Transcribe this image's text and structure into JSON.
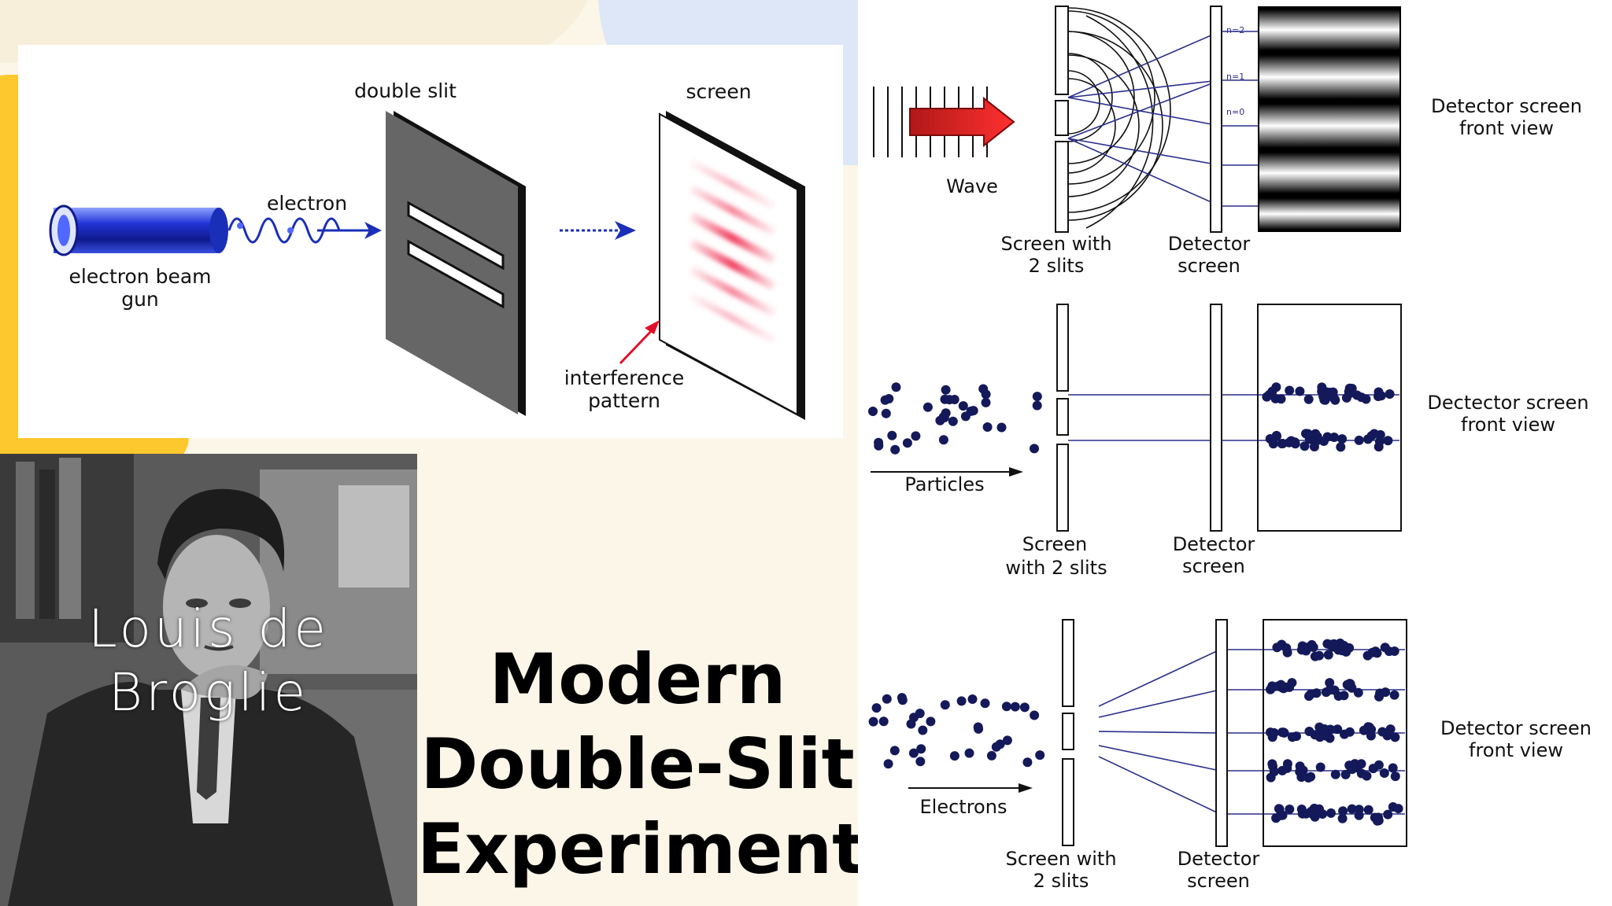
{
  "left_diagram": {
    "double_slit_label": "double slit",
    "screen_label": "screen",
    "electron_label": "electron",
    "gun_label_line1": "electron beam",
    "gun_label_line2": "gun",
    "pattern_label_line1": "interference",
    "pattern_label_line2": "pattern"
  },
  "photo": {
    "caption_line1": "Louis de",
    "caption_line2": "Broglie"
  },
  "title": {
    "line1": "Modern",
    "line2": "Double-Slit",
    "line3": "Experiment"
  },
  "wave_diagram": {
    "wave_label": "Wave",
    "screen_label_line1": "Screen with",
    "screen_label_line2": "2 slits",
    "detector_label_line1": "Detector",
    "detector_label_line2": "screen",
    "front_view_line1": "Detector screen",
    "front_view_line2": "front view",
    "order_labels": [
      "n=2",
      "n=1",
      "n=0"
    ]
  },
  "particle_diagram": {
    "particles_label": "Particles",
    "screen_label_line1": "Screen",
    "screen_label_line2": "with 2 slits",
    "detector_label_line1": "Detector",
    "detector_label_line2": "screen",
    "front_view_line1": "Dectector screen",
    "front_view_line2": "front view"
  },
  "electron_diagram": {
    "electrons_label": "Electrons",
    "screen_label_line1": "Screen with",
    "screen_label_line2": "2 slits",
    "detector_label_line1": "Detector",
    "detector_label_line2": "screen",
    "front_view_line1": "Detector screen",
    "front_view_line2": "front view"
  },
  "colors": {
    "accent_yellow": "#fdc72e",
    "dot_navy": "#14195a",
    "line_blue": "#2b2f8c",
    "arrow_red": "#d62828",
    "beam_blue": "#1a2fb8"
  }
}
